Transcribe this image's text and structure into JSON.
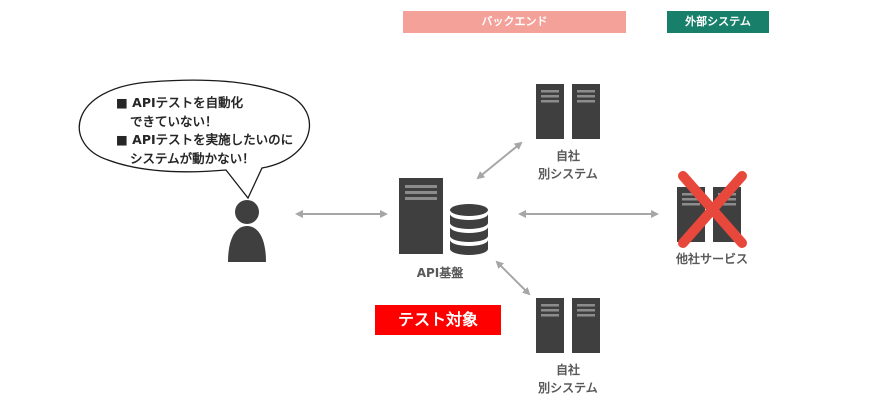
{
  "headers": {
    "backend": "バックエンド",
    "external": "外部システム"
  },
  "bubble": {
    "lines": [
      "■ APIテストを自動化",
      "  できていない！",
      "■ APIテストを実施したいのに",
      "  システムが動かない！"
    ]
  },
  "nodes": {
    "api_platform": "API基盤",
    "internal_top": [
      "自社",
      "別システム"
    ],
    "internal_bottom": [
      "自社",
      "別システム"
    ],
    "other_service": "他社サービス"
  },
  "badge": "テスト対象",
  "colors": {
    "backend_header": "#f4a19a",
    "external_header": "#18806a",
    "icon_dark": "#3f3f3f",
    "arrow": "#a6a6a6",
    "cross": "#e8483b",
    "badge": "#ff0000"
  }
}
